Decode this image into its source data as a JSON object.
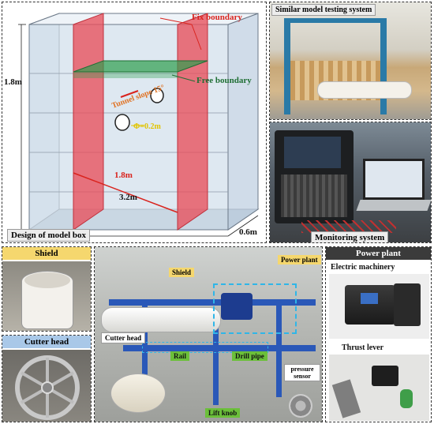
{
  "model_box": {
    "height_label": "1.8m",
    "length_label": "3.2m",
    "width_label": "0.6m",
    "inner_length_label": "1.8m",
    "fix_boundary": "Fix boundary",
    "free_boundary": "Free boundary",
    "tunnel_slope": "Tunnel slope 15°",
    "diameter": "Φ=0.2m",
    "caption": "Design of model box",
    "colors": {
      "fix": "#e8505b",
      "free": "#2e9e4d",
      "accent": "#d9231d"
    }
  },
  "testing_system": {
    "caption": "Similar model testing system"
  },
  "monitoring": {
    "caption": "Monitoring system"
  },
  "shield_panel": {
    "header": "Shield"
  },
  "cutter_panel": {
    "header": "Cutter head"
  },
  "machine": {
    "shield": "Shield",
    "power_plant": "Power plant",
    "cutter_head": "Cutter head",
    "rail": "Rail",
    "drill_pipe": "Drill pipe",
    "pressure_sensor": "pressure sensor",
    "lift_knob": "Lift knob"
  },
  "power_panel": {
    "header": "Power plant",
    "electric": "Electric machinery",
    "thrust": "Thrust lever"
  }
}
